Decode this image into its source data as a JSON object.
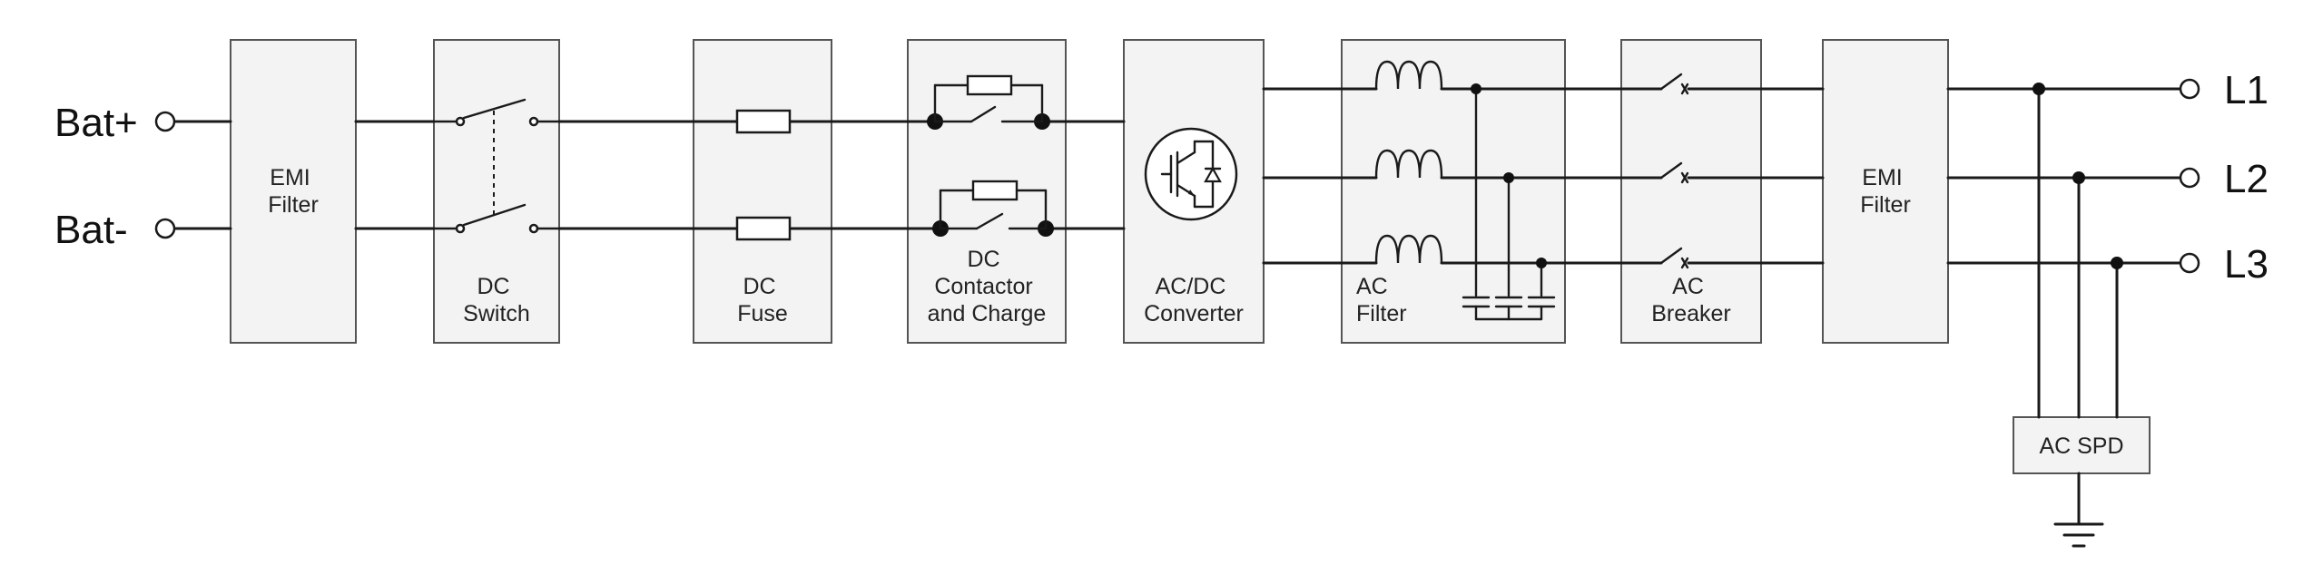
{
  "terminals": {
    "bat_pos": "Bat+",
    "bat_neg": "Bat-",
    "l1": "L1",
    "l2": "L2",
    "l3": "L3"
  },
  "blocks": {
    "emi_filter_dc": [
      "EMI",
      "Filter"
    ],
    "dc_switch": [
      "DC",
      "Switch"
    ],
    "dc_fuse": [
      "DC",
      "Fuse"
    ],
    "dc_contactor": [
      "DC",
      "Contactor",
      "and Charge"
    ],
    "acdc_converter": [
      "AC/DC",
      "Converter"
    ],
    "ac_filter": [
      "AC",
      "Filter"
    ],
    "ac_breaker": [
      "AC",
      "Breaker"
    ],
    "emi_filter_ac": [
      "EMI",
      "Filter"
    ],
    "ac_spd": [
      "AC SPD"
    ]
  },
  "colors": {
    "block_fill": "#f3f3f3",
    "block_stroke": "#555555",
    "wire": "#1a1a1a"
  }
}
